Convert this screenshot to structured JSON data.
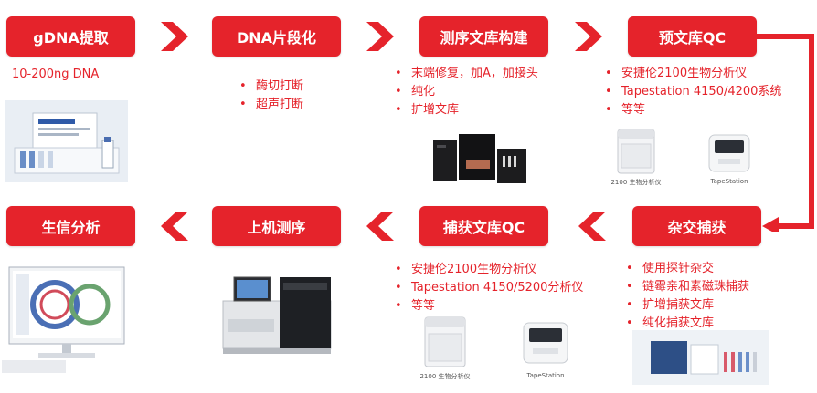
{
  "colors": {
    "accent": "#e5232b"
  },
  "steps": {
    "extract": "gDNA提取",
    "fragment": "DNA片段化",
    "library": "测序文库构建",
    "preqc": "预文库QC",
    "hybrid": "杂交捕获",
    "captureqc": "捕获文库QC",
    "sequencing": "上机测序",
    "bioinfo": "生信分析"
  },
  "extract_amount": "10-200ng DNA",
  "fragment_methods": [
    "酶切打断",
    "超声打断"
  ],
  "library_steps": [
    "末端修复，加A，加接头",
    "纯化",
    "扩增文库"
  ],
  "preqc_methods": [
    "安捷伦2100生物分析仪",
    "Tapestation 4150/4200系统",
    "等等"
  ],
  "hybrid_steps": [
    "使用探针杂交",
    "链霉亲和素磁珠捕获",
    "扩增捕获文库",
    "纯化捕获文库"
  ],
  "captureqc_methods": [
    "安捷伦2100生物分析仪",
    "Tapestation 4150/5200分析仪",
    "等等"
  ],
  "instrument_captions": {
    "bioanalyzer": "2100 生物分析仪",
    "tapestation": "TapeStation"
  },
  "icons": {
    "chevron": "chevron-right-icon",
    "connector": "elbow-arrow-icon"
  }
}
